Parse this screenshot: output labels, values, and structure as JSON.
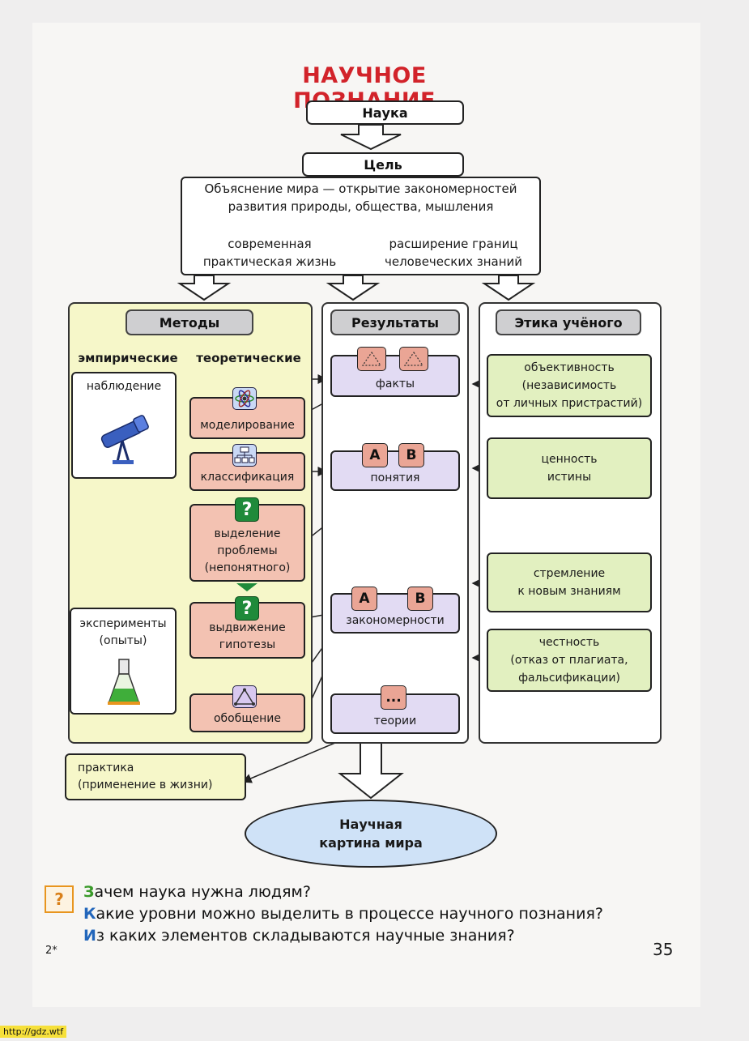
{
  "title": "НАУЧНОЕ ПОЗНАНИЕ",
  "science": "Наука",
  "goal": {
    "label": "Цель",
    "line1": "Объяснение мира — открытие закономерностей",
    "line2": "развития природы, общества, мышления",
    "left_line1": "современная",
    "left_line2": "практическая жизнь",
    "right_line1": "расширение границ",
    "right_line2": "человеческих знаний"
  },
  "methods": {
    "header": "Методы",
    "empirical": "эмпирические",
    "theoretical": "теоретические",
    "observation": "наблюдение",
    "experiments_line1": "эксперименты",
    "experiments_line2": "(опыты)",
    "modeling": "моделирование",
    "classification": "классификация",
    "problem_line1": "выделение",
    "problem_line2": "проблемы",
    "problem_line3": "(непонятного)",
    "hypothesis_line1": "выдвижение",
    "hypothesis_line2": "гипотезы",
    "generalization": "обобщение"
  },
  "results": {
    "header": "Результаты",
    "facts": "факты",
    "concepts": "понятия",
    "laws": "закономерности",
    "theories": "теории",
    "tile_a": "A",
    "tile_b": "B",
    "tile_dots": "..."
  },
  "ethics": {
    "header": "Этика учёного",
    "objectivity_line1": "объективность",
    "objectivity_line2": "(независимость",
    "objectivity_line3": "от личных пристрастий)",
    "truth_line1": "ценность",
    "truth_line2": "истины",
    "striving_line1": "стремление",
    "striving_line2": "к новым знаниям",
    "honesty_line1": "честность",
    "honesty_line2": "(отказ от плагиата,",
    "honesty_line3": "фальсификации)"
  },
  "practice_line1": "практика",
  "practice_line2": "(применение в жизни)",
  "worldview_line1": "Научная",
  "worldview_line2": "картина мира",
  "questions": {
    "icon": "?",
    "q1_first": "З",
    "q1_rest": "ачем наука нужна людям?",
    "q2_first": "К",
    "q2_rest": "акие уровни можно выделить в процессе научного познания?",
    "q3_first": "И",
    "q3_rest": "з каких элементов складываются научные знания?"
  },
  "page_number": "35",
  "signature_mark": "2*",
  "footer": "http://gdz.wtf",
  "icons": [
    "telescope-icon",
    "atom-icon",
    "tree-structure-icon",
    "question-icon",
    "flask-icon",
    "triangle-icon"
  ],
  "colors": {
    "title": "#d2232a",
    "methods_bg": "#f6f7c9",
    "method_box": "#f3c2b2",
    "result_box": "#e2dbf3",
    "ethics_box": "#e2f0c0",
    "worldview": "#cfe2f7"
  }
}
